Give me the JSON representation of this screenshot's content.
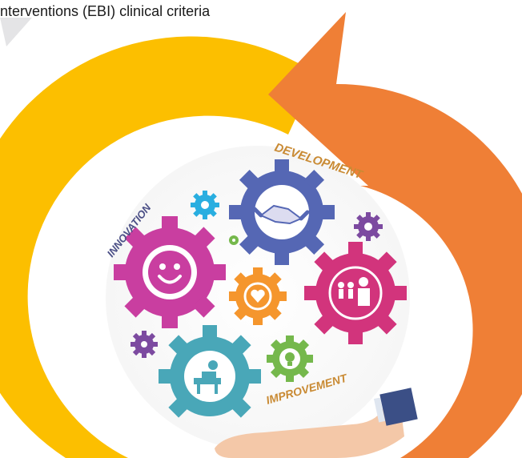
{
  "heading": "nterventions (EBI) clinical criteria",
  "diagram": {
    "labels": {
      "innovation": "INNOVATION",
      "development": "DEVELOPMENT",
      "improvement": "IMPROVEMENT"
    },
    "colors": {
      "yellow_arc": "#fcbf00",
      "orange_arc": "#ef7f36",
      "pink_gear": "#c93ea0",
      "blue_gear": "#5567b4",
      "orange_gear": "#f5962d",
      "magenta_gear": "#d2347c",
      "teal_gear": "#49a7b8",
      "green_gear": "#75b84c",
      "purple_gear": "#7c4aa0",
      "cyan_gear": "#29aee0",
      "text_dark": "#4b4f86",
      "text_gold": "#c98a33"
    }
  }
}
